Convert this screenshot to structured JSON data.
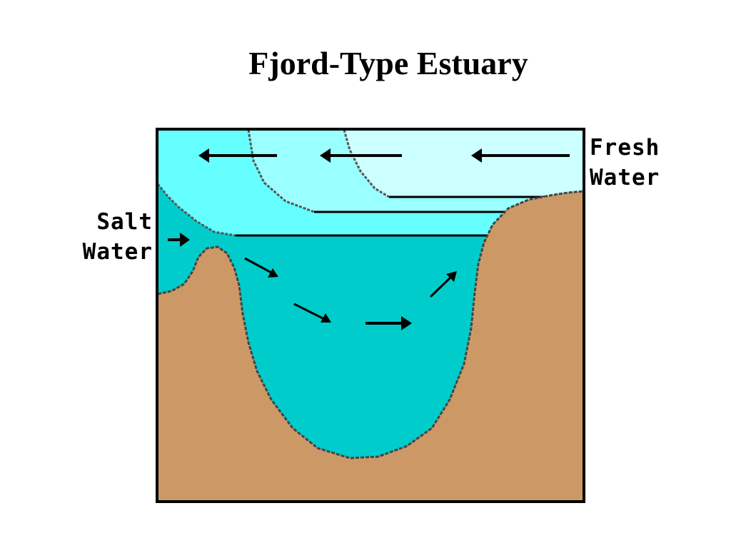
{
  "title": "Fjord-Type Estuary",
  "labels": {
    "fresh_line1": "Fresh",
    "fresh_line2": "Water",
    "salt_line1": "Salt",
    "salt_line2": "Water"
  },
  "colors": {
    "fresh_water": "#ccffff",
    "mixed_water_light": "#99ffff",
    "mixed_water": "#66ffff",
    "salt_water": "#00cccc",
    "sediment": "#cc9966",
    "outline": "#000000"
  }
}
